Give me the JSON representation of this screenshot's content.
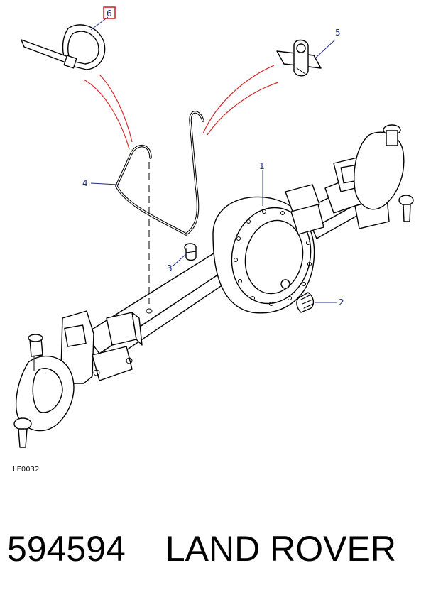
{
  "callouts": [
    {
      "number": "1"
    },
    {
      "number": "2"
    },
    {
      "number": "3"
    },
    {
      "number": "4"
    },
    {
      "number": "5"
    },
    {
      "number": "6"
    }
  ],
  "reference_code": "LE0032",
  "caption": {
    "part_number": "594594",
    "brand": "LAND ROVER"
  },
  "colors": {
    "callout_text": "#1a2a8c",
    "highlight_box": "#d42a2a",
    "guide_lines": "#d42a2a",
    "linework": "#000000"
  }
}
